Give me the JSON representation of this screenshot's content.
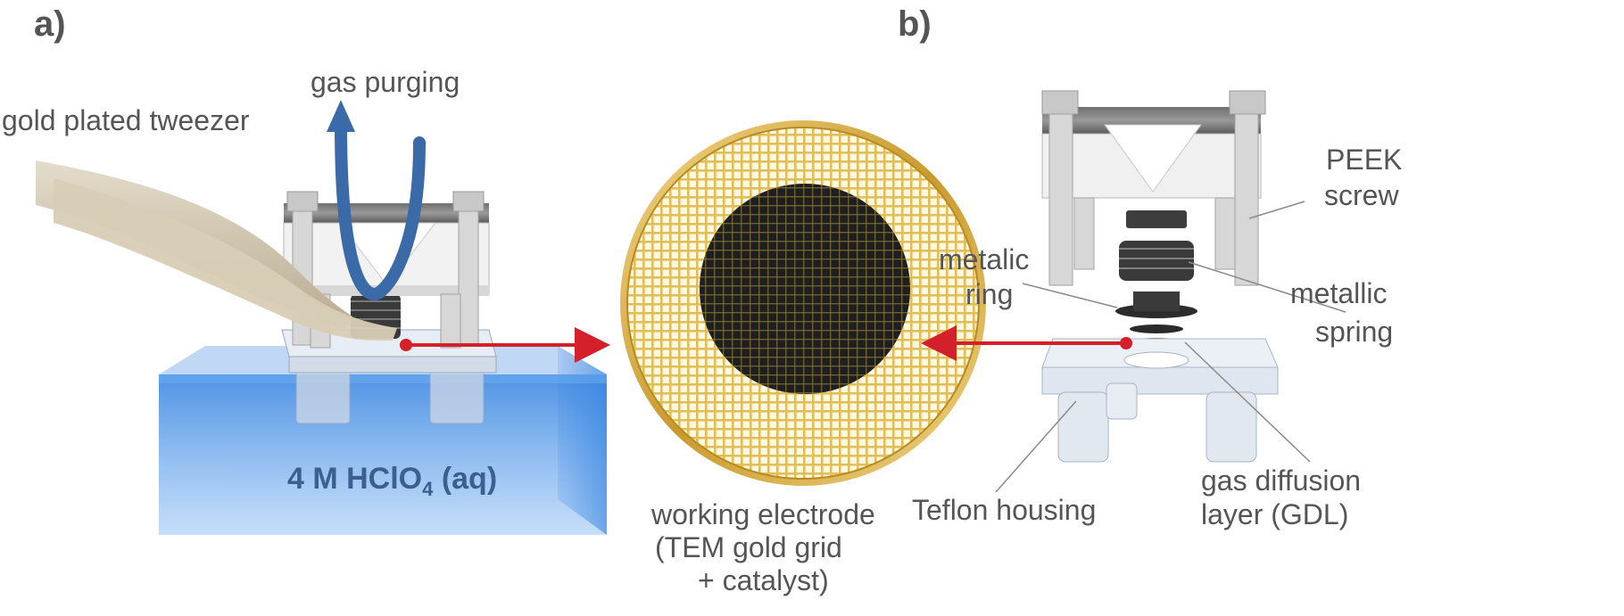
{
  "panels": {
    "a": "a)",
    "b": "b)"
  },
  "labels": {
    "gas_purging": "gas purging",
    "tweezer": "gold plated tweezer",
    "electrolyte_main": "4 M HClO",
    "electrolyte_sub": "4",
    "electrolyte_suffix": " (aq)",
    "working_electrode_1": "working electrode",
    "working_electrode_2": "(TEM gold grid",
    "working_electrode_3": "+ catalyst)",
    "peek_1": "PEEK",
    "peek_2": "screw",
    "metalic_ring_1": "metalic",
    "metalic_ring_2": "ring",
    "metallic_spring_1": "metallic",
    "metallic_spring_2": "spring",
    "teflon": "Teflon housing",
    "gdl_1": "gas diffusion",
    "gdl_2": "layer (GDL)"
  },
  "colors": {
    "label_text": "#555555",
    "arrow_red": "#d4202a",
    "gas_arrow_blue": "#3a6aa8",
    "electrolyte_blue": "#2f7fe0",
    "grid_gold": "#e2be5a",
    "catalyst": "#1f1f1f"
  }
}
